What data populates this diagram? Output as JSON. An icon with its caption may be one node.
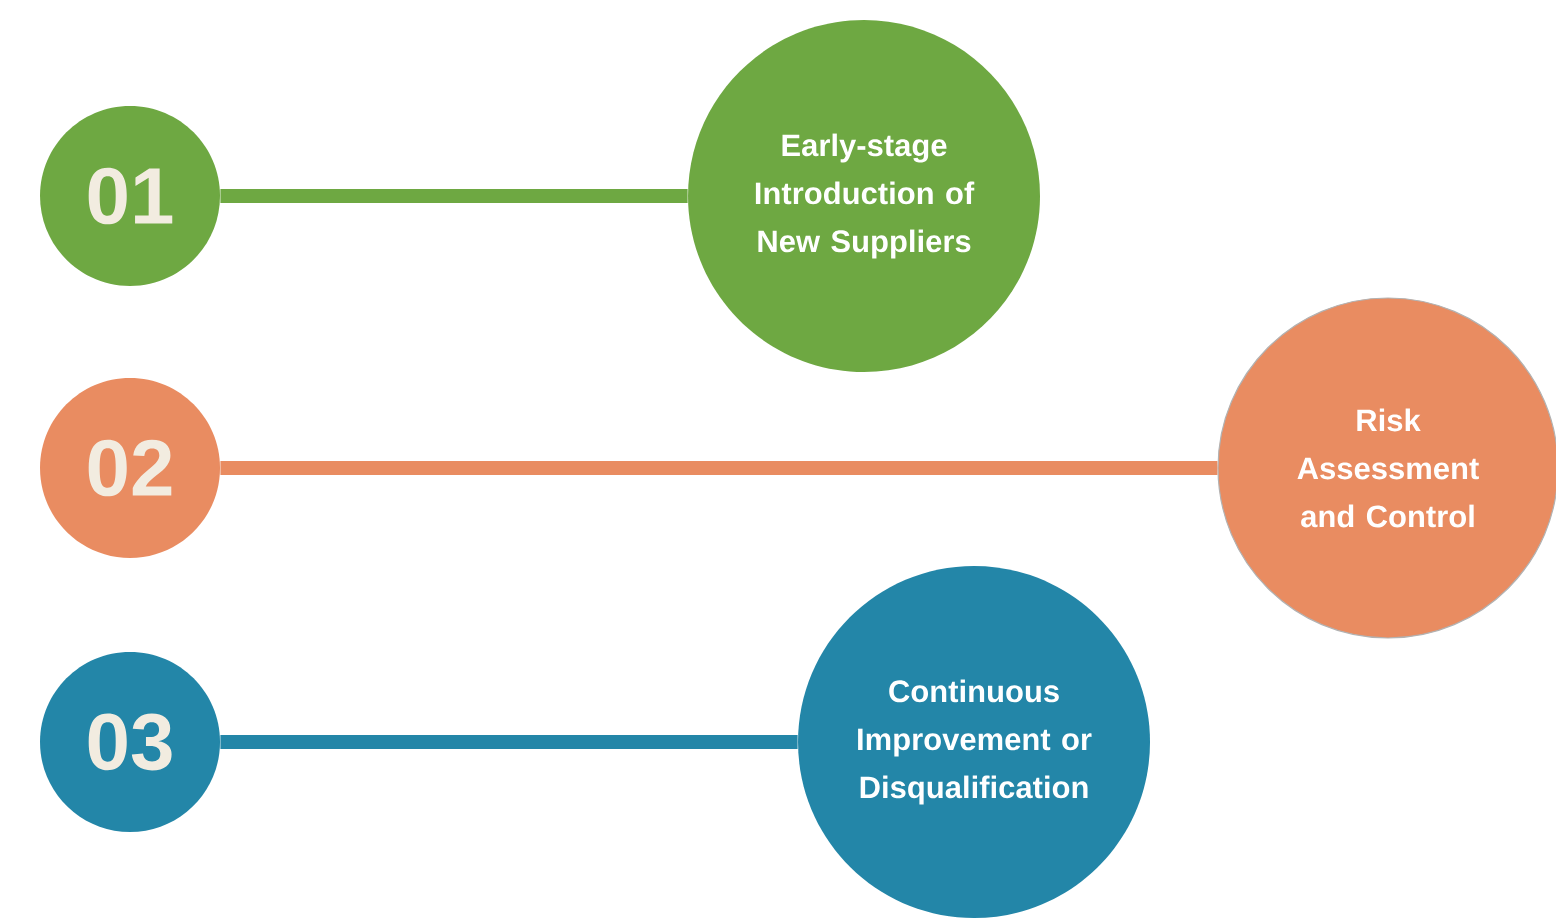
{
  "diagram": {
    "nodes": [
      {
        "text": [
          "01"
        ]
      },
      {
        "text": [
          "Early-stage Introduction of New Suppliers"
        ]
      },
      {
        "text": [
          "02"
        ]
      },
      {
        "text": [
          "Risk Assessment and Control"
        ]
      },
      {
        "text": [
          "03"
        ]
      },
      {
        "text": [
          "Continuous Improvement or Disqualification"
        ]
      }
    ],
    "edges": [
      {
        "from": 0,
        "to": 1,
        "arrow": "none",
        "color": "#6ea842"
      },
      {
        "from": 2,
        "to": 3,
        "arrow": "none",
        "color": "#e98c61"
      },
      {
        "from": 4,
        "to": 5,
        "arrow": "none",
        "color": "#2386a8"
      }
    ]
  }
}
